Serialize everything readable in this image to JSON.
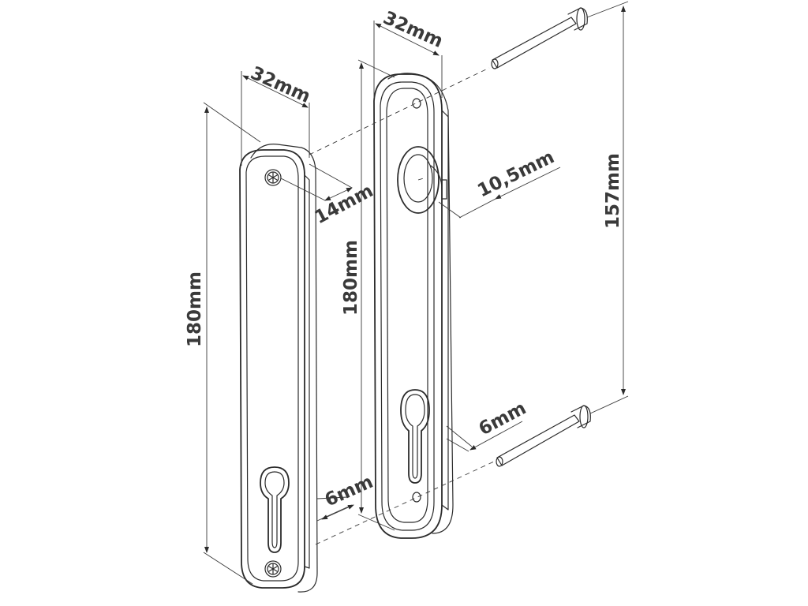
{
  "diagram": {
    "dimensions": {
      "left_plate_width": "32mm",
      "left_plate_height": "180mm",
      "left_offset": "14mm",
      "left_keyhole_offset": "6mm",
      "right_plate_width": "32mm",
      "right_plate_height": "180mm",
      "handle_hole": "10,5mm",
      "right_keyhole_offset": "6mm",
      "bolt_spacing": "157mm"
    }
  }
}
